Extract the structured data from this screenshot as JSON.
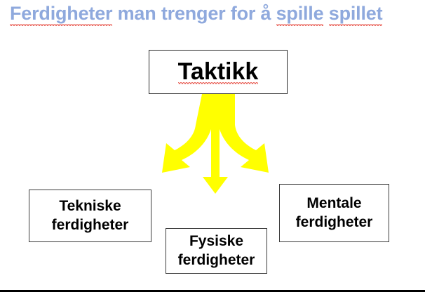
{
  "slide": {
    "title": "Ferdigheter man trenger for å spille spillet",
    "title_parts": {
      "word1": "Ferdigheter",
      "mid": " man trenger for å ",
      "word2": "spille",
      "space": " ",
      "word3": "spillet"
    },
    "title_color": "#8fa9dd",
    "spellcheck_color": "#e8594f",
    "background_color": "#ffffff"
  },
  "diagram": {
    "type": "split-arrow-hierarchy",
    "arrow_color": "#ffff00",
    "box_border_color": "#3b3b3b",
    "box_fill_color": "#ffffff",
    "text_color": "#000000",
    "root": {
      "label": "Taktikk"
    },
    "branches": [
      {
        "id": "tekniske",
        "line1": "Tekniske",
        "line2": "ferdigheter",
        "direction": "left"
      },
      {
        "id": "fysiske",
        "line1": "Fysiske",
        "line2": "ferdigheter",
        "direction": "down"
      },
      {
        "id": "mentale",
        "line1": "Mentale",
        "line2": "ferdigheter",
        "direction": "right"
      }
    ]
  }
}
